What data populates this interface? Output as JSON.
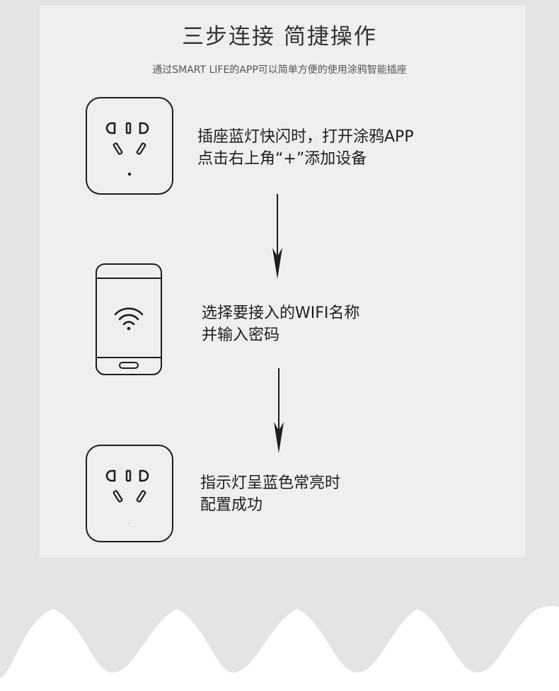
{
  "header": {
    "title": "三步连接 简捷操作",
    "subtitle": "通过SMART LIFE的APP可以简单方便的使用涂鸦智能插座"
  },
  "steps": [
    {
      "icon": "socket-blinking-icon",
      "line1": "插座蓝灯快闪时，打开涂鸦APP",
      "line2": "点击右上角“+”添加设备"
    },
    {
      "icon": "phone-wifi-icon",
      "line1": "选择要接入的WIFI名称",
      "line2": "并输入密码"
    },
    {
      "icon": "socket-connected-icon",
      "line1": "指示灯呈蓝色常亮时",
      "line2": "配置成功"
    }
  ],
  "colors": {
    "background": "#e4e4e4",
    "panel": "#efefef",
    "stroke": "#1e1e1e",
    "wave": "#ffffff"
  }
}
